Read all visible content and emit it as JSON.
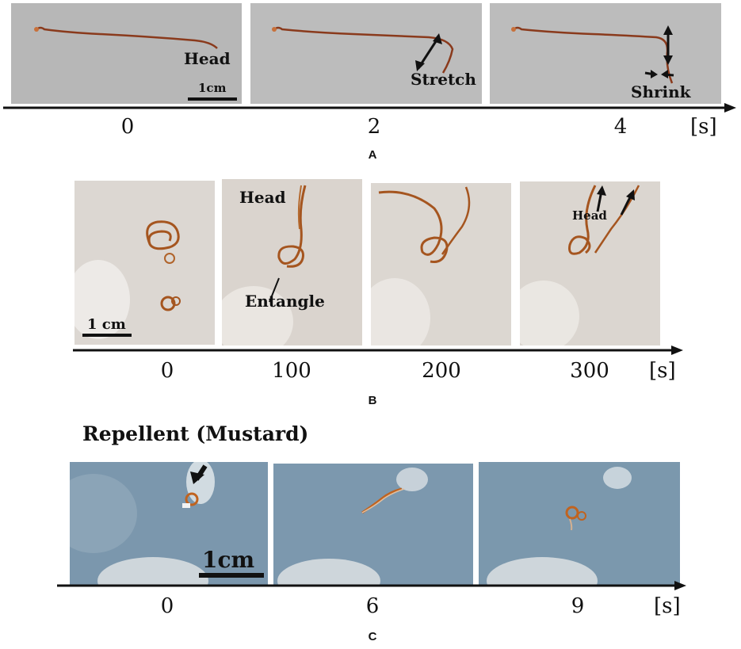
{
  "panels": [
    {
      "label": "A",
      "ticks": [
        "0",
        "2",
        "4"
      ],
      "unit": "[s]",
      "annotations": {
        "head": "Head",
        "scale": "1cm",
        "stretch": "Stretch",
        "shrink": "Shrink"
      }
    },
    {
      "label": "B",
      "ticks": [
        "0",
        "100",
        "200",
        "300"
      ],
      "unit": "[s]",
      "annotations": {
        "head1": "Head",
        "entangle": "Entangle",
        "head2": "Head",
        "scale": "1 cm"
      }
    },
    {
      "label": "C",
      "ticks": [
        "0",
        "6",
        "9"
      ],
      "unit": "[s]",
      "annotations": {
        "repellent": "Repellent (Mustard)",
        "scale": "1cm"
      }
    }
  ],
  "colors": {
    "worm": "#8a3a1c",
    "panel_a_bg": "#b9b9b9",
    "panel_b_bg": "#ddd8d2",
    "panel_c_bg": "#7b97ad"
  }
}
